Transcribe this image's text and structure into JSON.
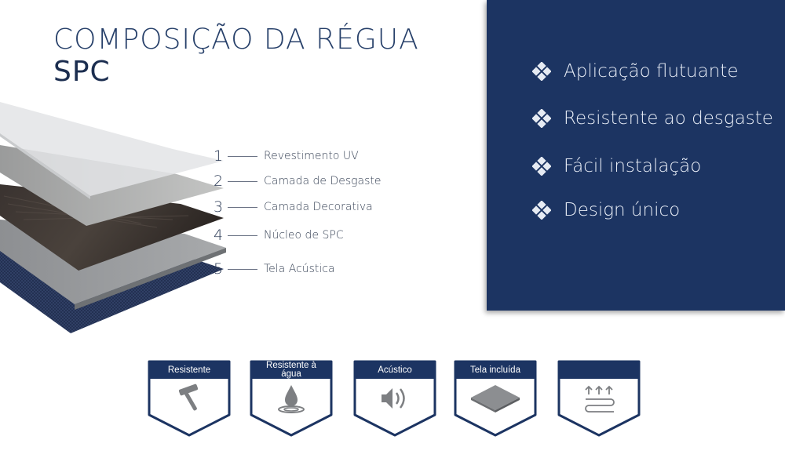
{
  "header": {
    "title_line1": "COMPOSIÇÃO DA RÉGUA",
    "title_line2": "SPC"
  },
  "layers": [
    {
      "num": "1",
      "label": "Revestimento UV"
    },
    {
      "num": "2",
      "label": "Camada de Desgaste"
    },
    {
      "num": "3",
      "label": "Camada Decorativa"
    },
    {
      "num": "4",
      "label": "Núcleo de SPC"
    },
    {
      "num": "5",
      "label": "Tela Acústica"
    }
  ],
  "features": [
    {
      "icon": "diamond-bullet-icon",
      "label": "Aplicação flutuante"
    },
    {
      "icon": "diamond-bullet-icon",
      "label": "Resistente ao desgaste"
    },
    {
      "icon": "diamond-bullet-icon",
      "label": "Fácil instalação"
    },
    {
      "icon": "diamond-bullet-icon",
      "label": "Design único"
    }
  ],
  "badges": [
    {
      "label": "Resistente",
      "icon": "hammer-icon"
    },
    {
      "label": "Resistente à água",
      "icon": "water-drop-icon"
    },
    {
      "label": "Acústico",
      "icon": "speaker-icon"
    },
    {
      "label": "Tela incluída",
      "icon": "underlay-sheet-icon"
    },
    {
      "label": "",
      "icon": "underfloor-heating-icon"
    }
  ],
  "colors": {
    "panel": "#1c3462",
    "badge_border": "#1c3462",
    "title": "#27406a"
  }
}
